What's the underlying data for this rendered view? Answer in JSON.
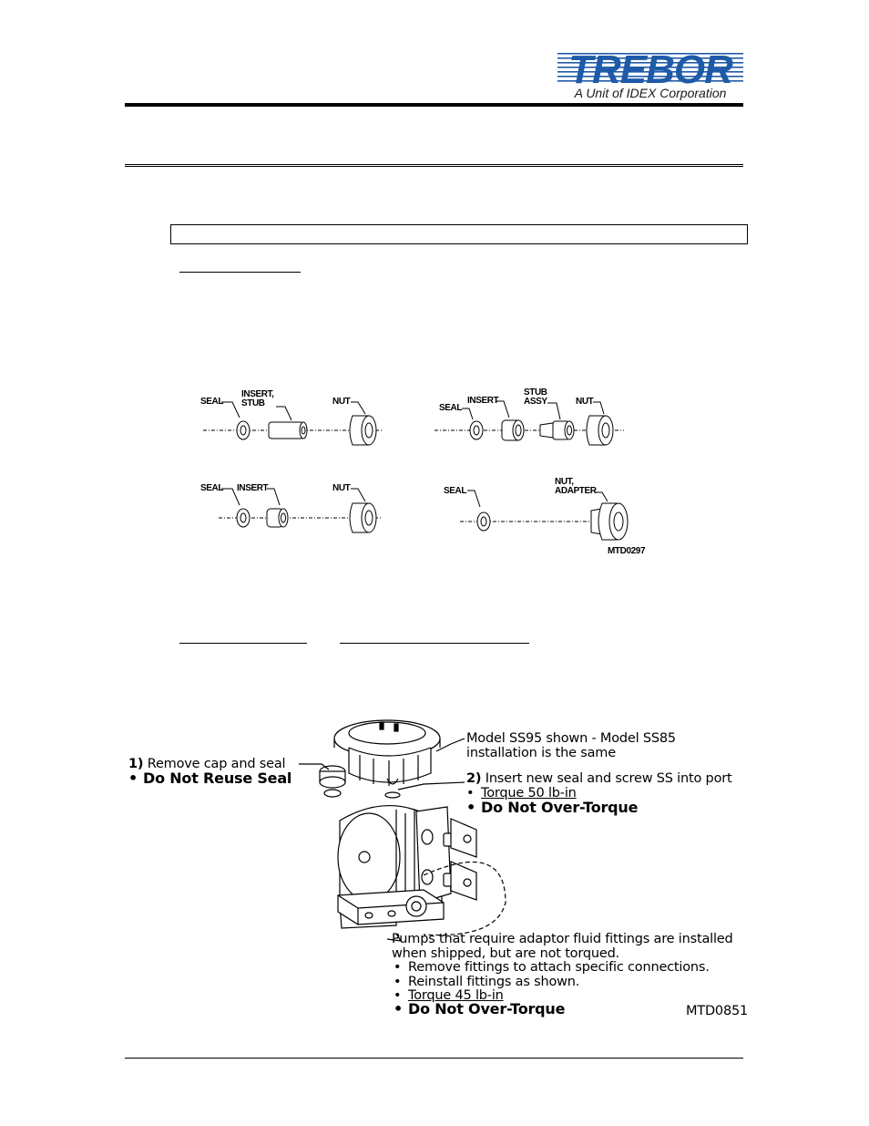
{
  "header": {
    "logo_text": "TREBOR",
    "logo_subtitle": "A Unit of IDEX Corporation"
  },
  "colors": {
    "brand_blue": "#1f5aa8",
    "rule": "#000000"
  },
  "parts_figure": {
    "labels": {
      "a_seal": "SEAL",
      "a_insert_1": "INSERT,",
      "a_insert_2": "STUB",
      "a_nut": "NUT",
      "b_seal": "SEAL",
      "b_insert": "INSERT",
      "b_stub_1": "STUB",
      "b_stub_2": "ASSY",
      "b_nut": "NUT",
      "c_seal": "SEAL",
      "c_insert": "INSERT",
      "c_nut": "NUT",
      "d_seal": "SEAL",
      "d_nut_1": "NUT,",
      "d_nut_2": "ADAPTER",
      "code": "MTD0297"
    }
  },
  "pump_figure": {
    "step1_num": "1)",
    "step1_text": " Remove cap and seal",
    "step1_bullet": "Do Not Reuse Seal",
    "model_line1": "Model SS95 shown - Model SS85",
    "model_line2": "installation is the same",
    "step2_num": "2)",
    "step2_text": " Insert new seal and screw SS into port",
    "step2_torque": "Torque 50 lb-in",
    "step2_warning": "Do Not Over-Torque",
    "adaptor_line1": "Pumps that require adaptor fluid fittings are installed",
    "adaptor_line2": "when shipped, but are not torqued.",
    "adaptor_b1": "Remove fittings to attach specific connections.",
    "adaptor_b2": "Reinstall fittings as shown.",
    "adaptor_b3": "Torque 45 lb-in",
    "adaptor_warning": "Do Not Over-Torque",
    "code": "MTD0851"
  }
}
